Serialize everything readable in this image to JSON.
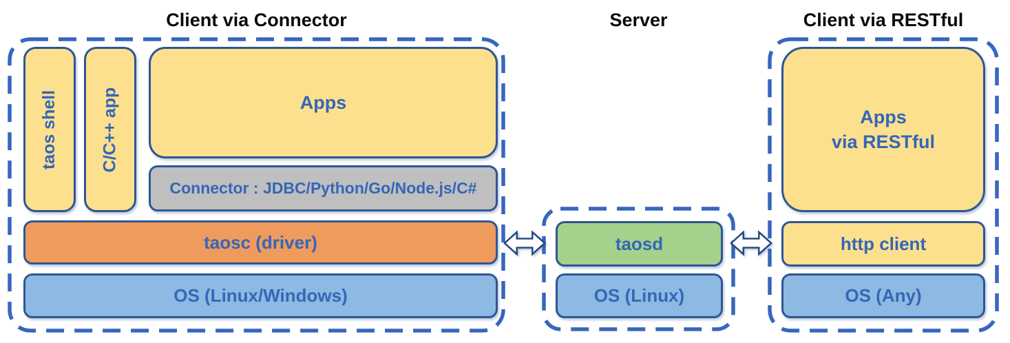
{
  "diagram": {
    "client_connector": {
      "title": "Client via Connector",
      "taos_shell": "taos shell",
      "cpp_app": "C/C++ app",
      "apps": "Apps",
      "connector": "Connector : JDBC/Python/Go/Node.js/C#",
      "taosc": "taosc (driver)",
      "os": "OS (Linux/Windows)"
    },
    "server": {
      "title": "Server",
      "taosd": "taosd",
      "os": "OS (Linux)"
    },
    "client_restful": {
      "title": "Client via RESTful",
      "apps": "Apps\nvia RESTful",
      "http_client": "http client",
      "os": "OS (Any)"
    }
  },
  "icons": {
    "left_connection": "double-arrow-icon",
    "right_connection": "double-arrow-icon"
  },
  "colors": {
    "box_yellow": "#FDE08D",
    "box_gray": "#BFBFBF",
    "box_orange": "#F09B5E",
    "box_blue": "#8DB9E2",
    "box_green": "#A5D18C",
    "dashed_border_blue": "#3767BE",
    "solid_border_navy": "#2E5693",
    "label_blue": "#3566B8",
    "title_color": "#0A0A0A"
  }
}
